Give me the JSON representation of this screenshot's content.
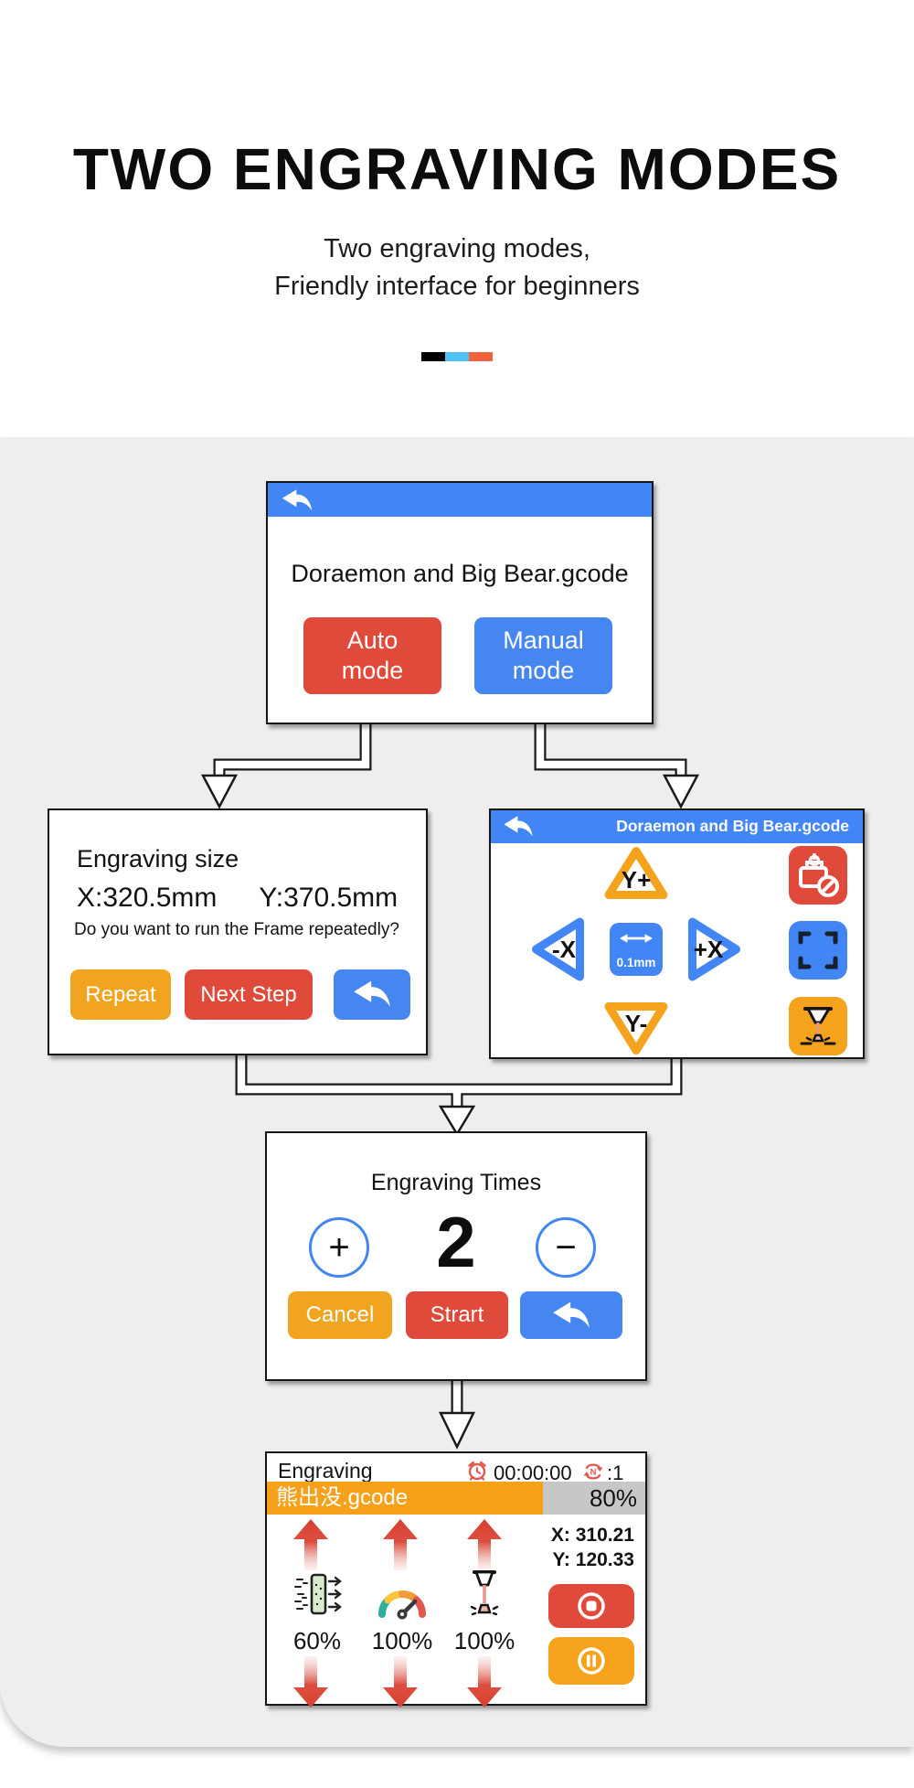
{
  "header": {
    "title": "TWO ENGRAVING MODES",
    "subtitle_line1": "Two engraving modes,",
    "subtitle_line2": "Friendly interface for beginners"
  },
  "divider_colors": [
    "#000000",
    "#4FC3F7",
    "#F4623C"
  ],
  "theme_colors": {
    "blue": "#4285F4",
    "red": "#E04A3B",
    "orange": "#F0A41F",
    "progress_orange": "#F9A01B",
    "progress_gray": "#C7C7C7"
  },
  "mode_screen": {
    "filename": "Doraemon and Big Bear.gcode",
    "auto_line1": "Auto",
    "auto_line2": "mode",
    "manual_line1": "Manual",
    "manual_line2": "mode"
  },
  "size_screen": {
    "title": "Engraving size",
    "x_size": "X:320.5mm",
    "y_size": "Y:370.5mm",
    "question": "Do you want to run the Frame repeatedly?",
    "repeat_label": "Repeat",
    "next_step_label": "Next Step"
  },
  "manual_screen": {
    "filename": "Doraemon and Big Bear.gcode",
    "jog_up": "Y+",
    "jog_left": "-X",
    "jog_right": "+X",
    "jog_down": "Y-",
    "step_value": "0.1mm"
  },
  "times_screen": {
    "title": "Engraving Times",
    "plus": "+",
    "minus": "−",
    "value": "2",
    "cancel_label": "Cancel",
    "start_label": "Strart"
  },
  "progress_screen": {
    "status": "Engraving",
    "elapsed": "00:00:00",
    "pass_counter": ":1",
    "file": "熊出没.gcode",
    "percent": "80%",
    "fill_percent": 73,
    "coord_x": "X: 310.21",
    "coord_y": "Y: 120.33",
    "air_value": "60%",
    "speed_value": "100%",
    "power_value": "100%"
  },
  "icons": {
    "back_arrow": "curved reply arrow pointing left",
    "alarm_clock": "red alarm clock timer",
    "pass_loop": "red repeat loop with letter N",
    "motor_off": "stepper motor with prohibition sign",
    "frame": "frame preview corner brackets",
    "laser_head": "laser head positioning",
    "air_assist": "air assist fan filter",
    "speed_gauge": "speed dial gauge",
    "laser_power": "laser power nozzle",
    "stop": "stop record circle",
    "pause": "pause circle",
    "step_arrow": "left-right double arrow",
    "up_adjust": "red up arrow",
    "down_adjust": "red down arrow"
  }
}
